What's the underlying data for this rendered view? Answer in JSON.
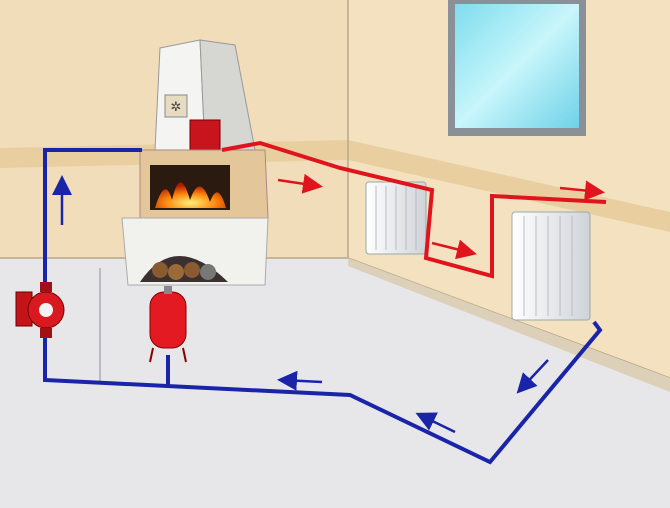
{
  "diagram": {
    "subject": "heating-system-with-fireplace",
    "colors": {
      "wall": "#f1ddb9",
      "wall_band": "#e9cf9f",
      "floor": "#e7e7ea",
      "supply_pipe": "#e0141c",
      "return_pipe": "#1a24a8",
      "window_glass": "#8fe4f2",
      "fire": "#ff7a10"
    },
    "components": [
      {
        "id": "fireplace-boiler"
      },
      {
        "id": "circulation-pump"
      },
      {
        "id": "expansion-tank"
      },
      {
        "id": "radiator-1"
      },
      {
        "id": "radiator-2"
      },
      {
        "id": "window"
      }
    ]
  }
}
